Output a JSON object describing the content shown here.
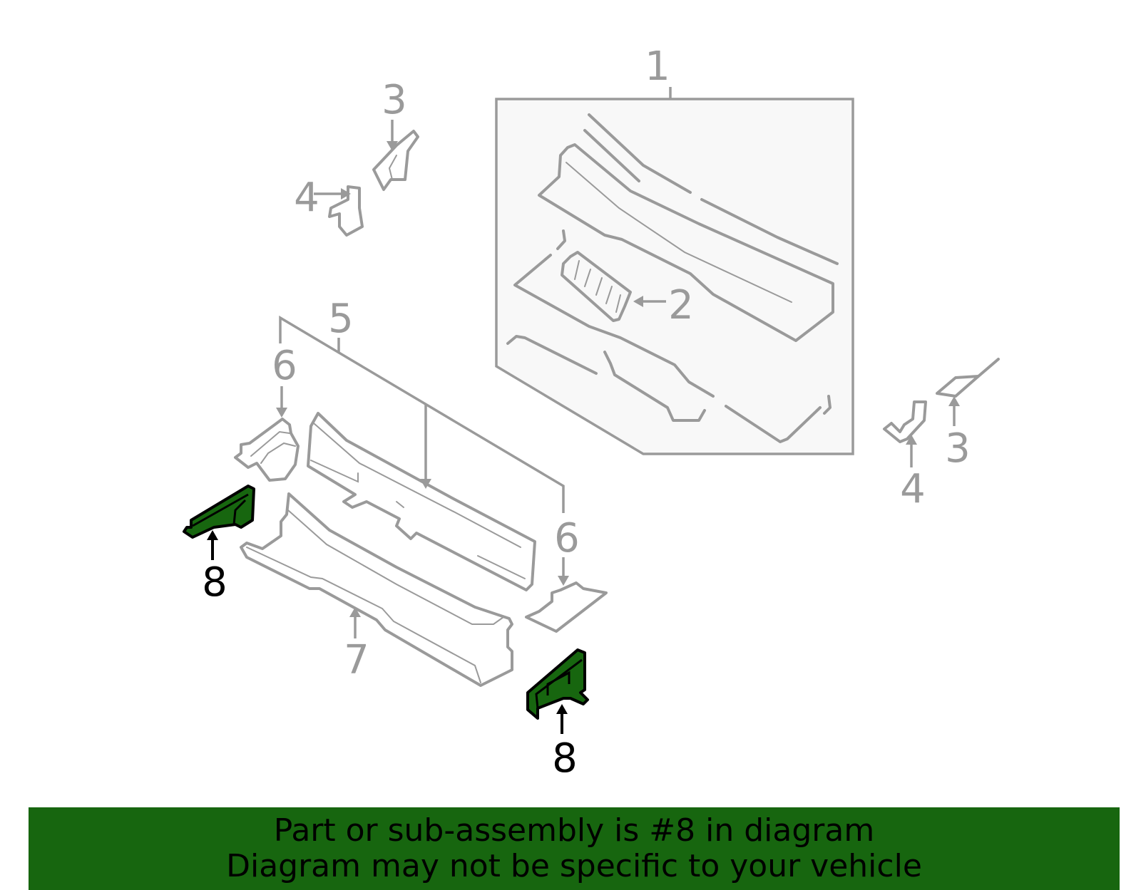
{
  "callouts": {
    "c1": "1",
    "c2": "2",
    "c3_left": "3",
    "c3_right": "3",
    "c4_left": "4",
    "c4_right": "4",
    "c5": "5",
    "c6_left": "6",
    "c6_right": "6",
    "c7": "7",
    "c8_left": "8",
    "c8_right": "8"
  },
  "highlight_color": "#17660f",
  "banner": {
    "line1": "Part or sub-assembly is #8 in diagram",
    "line2": "Diagram may not be specific to your vehicle"
  }
}
